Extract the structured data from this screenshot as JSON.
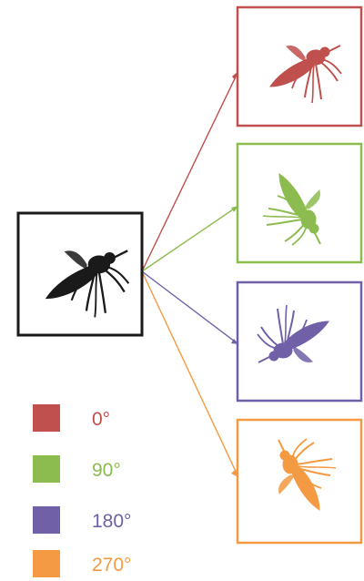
{
  "colors": {
    "source": "#1a1a1a",
    "r0": "#c0504d",
    "r90": "#8cbc4f",
    "r180": "#7060a8",
    "r270": "#f39a43"
  },
  "source": {
    "icon": "mosquito-icon",
    "rotation_deg": 0
  },
  "rotations": [
    {
      "key": "r0",
      "angle": 0,
      "label": "0°"
    },
    {
      "key": "r90",
      "angle": 90,
      "label": "90°"
    },
    {
      "key": "r180",
      "angle": 180,
      "label": "180°"
    },
    {
      "key": "r270",
      "angle": 270,
      "label": "270°"
    }
  ],
  "legend": [
    {
      "key": "r0",
      "label": "0°"
    },
    {
      "key": "r90",
      "label": "90°"
    },
    {
      "key": "r180",
      "label": "180°"
    },
    {
      "key": "r270",
      "label": "270°"
    }
  ]
}
